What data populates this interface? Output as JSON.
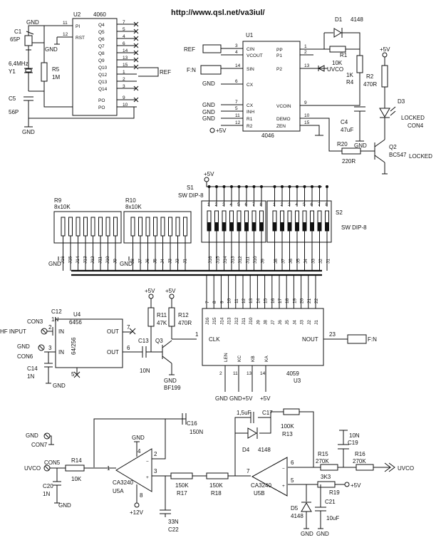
{
  "url": "http://www.qsl.net/va3iul/",
  "u2": {
    "ref": "U2",
    "part": "4060",
    "left_pins": [
      {
        "num": "11",
        "name": "PI"
      },
      {
        "num": "12",
        "name": "RST"
      }
    ],
    "right_pins": [
      {
        "name": "Q4",
        "num": "7"
      },
      {
        "name": "Q5",
        "num": "5"
      },
      {
        "name": "Q6",
        "num": "4"
      },
      {
        "name": "Q7",
        "num": "6"
      },
      {
        "name": "Q8",
        "num": "14"
      },
      {
        "name": "Q9",
        "num": "13"
      },
      {
        "name": "Q10",
        "num": "15"
      },
      {
        "name": "Q12",
        "num": "1"
      },
      {
        "name": "Q13",
        "num": "2"
      },
      {
        "name": "Q14",
        "num": "3"
      },
      {
        "name": "PO",
        "num": "9"
      },
      {
        "name": "PO",
        "num": "10"
      }
    ]
  },
  "osc": {
    "c1": "C1",
    "c1v": "65P",
    "xtal": "6,4MHz",
    "y1": "Y1",
    "r5": "R5",
    "r5v": "1M",
    "c5": "C5",
    "c5v": "56P"
  },
  "gnd": "GND",
  "ref": "REF",
  "fn": "F:N",
  "uvco": "UVCO",
  "plus5": "+5V",
  "plus12": "+12V",
  "u1": {
    "ref": "U1",
    "part": "4046",
    "left_pins": [
      {
        "num": "3",
        "name": "CIN"
      },
      {
        "num": "4",
        "name": "VCOUT"
      },
      {
        "num": "14",
        "name": "SIN"
      },
      {
        "num": "6",
        "name": "CX"
      },
      {
        "num": "7",
        "name": "CX"
      },
      {
        "num": "5",
        "name": "INH"
      },
      {
        "num": "11",
        "name": "R1"
      },
      {
        "num": "12",
        "name": "R2"
      }
    ],
    "right_pins": [
      {
        "num": "1",
        "name": "PP"
      },
      {
        "num": "2",
        "name": "P1"
      },
      {
        "num": "13",
        "name": "P2"
      },
      {
        "num": "9",
        "name": "VCOIN"
      },
      {
        "num": "10",
        "name": "DEMO"
      },
      {
        "num": "15",
        "name": "ZEN"
      }
    ]
  },
  "pll": {
    "d1": "D1",
    "d1v": "4148",
    "r1": "R1",
    "r1v": "10K",
    "r4": "R4",
    "r4v": "1K",
    "r2": "R2",
    "r2v": "470R",
    "d3": "D3",
    "locked": "LOCKED",
    "con4": "CON4",
    "c4": "C4",
    "c4v": "47uF",
    "q2": "Q2",
    "q2v": "BC547",
    "locked2": "LOCKED",
    "r20": "R20",
    "r20v": "220R"
  },
  "dip": {
    "r9": "R9",
    "r9v": "8x10K",
    "r10": "R10",
    "r10v": "8x10K",
    "s1": "S1",
    "s1v": "SW DIP-8",
    "s2": "S2",
    "s2v": "SW DIP-8",
    "switch_nums": [
      "1",
      "2",
      "3",
      "4",
      "5",
      "6",
      "7",
      "8"
    ],
    "bus_labels": [
      "J16",
      "J15",
      "J14",
      "J13",
      "J12",
      "J11",
      "J10",
      "J9",
      "J8",
      "J7",
      "J6",
      "J5",
      "J4",
      "J3",
      "J2",
      "J1"
    ],
    "bus_pins": [
      "16",
      "15",
      "14",
      "13",
      "12",
      "11",
      "10",
      "9",
      "8",
      "7",
      "6",
      "5",
      "4",
      "3",
      "2",
      "1"
    ],
    "u3_pins": [
      "7",
      "8",
      "9",
      "10",
      "11",
      "12",
      "13",
      "14",
      "15",
      "16",
      "17",
      "18",
      "19",
      "20",
      "21",
      "22"
    ]
  },
  "u3": {
    "ref": "U3",
    "part": "4059",
    "clk": "CLK",
    "clk_pin": "1",
    "nout": "NOUT",
    "nout_pin": "23",
    "ctrl": [
      {
        "name": "LEN",
        "num": "2"
      },
      {
        "name": "KC",
        "num": "11"
      },
      {
        "name": "KB",
        "num": "13"
      },
      {
        "name": "KA",
        "num": "14"
      }
    ]
  },
  "pre": {
    "u4": "U4",
    "u4v": "6456",
    "div": "64/256",
    "in": "IN",
    "out": "OUT",
    "pins": [
      "2",
      "3",
      "7",
      "6",
      "1",
      "5"
    ],
    "c12": "C12",
    "c12v": "1N",
    "con3": "CON3",
    "hf": "HF INPUT",
    "con6": "CON6",
    "c14": "C14",
    "c14v": "1N",
    "c13": "C13",
    "c13v": "10N",
    "r11": "R11",
    "r11v": "47K",
    "r12": "R12",
    "r12v": "470R",
    "q3": "Q3",
    "q3v": "BF199"
  },
  "filt": {
    "c16": "C16",
    "c16v": "150N",
    "con7": "CON7",
    "con5": "CON5",
    "r14": "R14",
    "r14v": "10K",
    "c20": "C20",
    "c20v": "1N",
    "u5a": "U5A",
    "u5av": "CA3240",
    "u5b": "U5B",
    "u5bv": "CA3240",
    "r17": "R17",
    "r17v": "150K",
    "r18": "R18",
    "r18v": "150K",
    "c22": "C22",
    "c22v": "33N",
    "c17": "C17",
    "c17v": "1,5uF",
    "r13": "R13",
    "r13v": "100K",
    "d4": "D4",
    "d4v": "4148",
    "c19": "C19",
    "c19v": "10N",
    "r15": "R15",
    "r15v": "270K",
    "r16": "R16",
    "r16v": "270K",
    "r19": "R19",
    "r19v": "3K3",
    "d5": "D5",
    "d5v": "4148",
    "c21": "C21",
    "c21v": "10uF",
    "pins": [
      "1",
      "2",
      "3",
      "4",
      "8",
      "5",
      "6",
      "7"
    ]
  }
}
